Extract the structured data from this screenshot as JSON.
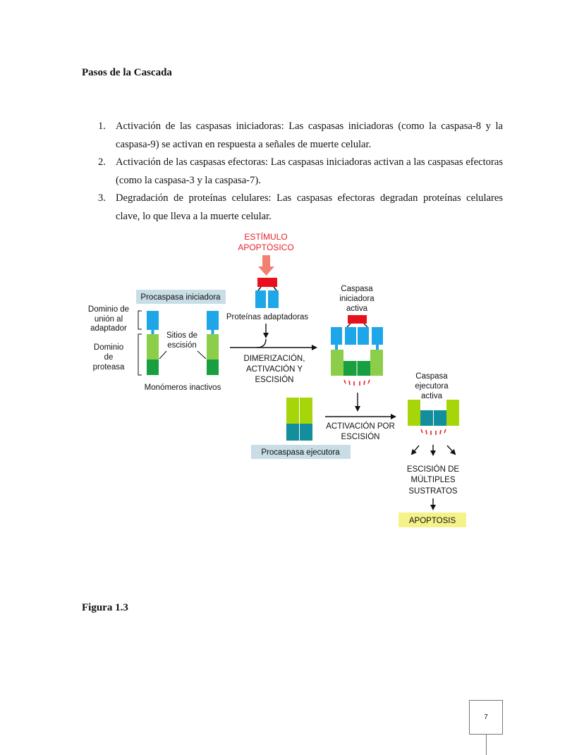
{
  "heading": "Pasos de la Cascada",
  "steps": [
    {
      "num": "1.",
      "text": "Activación de las caspasas iniciadoras: Las caspasas iniciadoras (como la caspasa-8 y la caspasa-9) se activan en respuesta a señales de muerte celular."
    },
    {
      "num": "2.",
      "text": "Activación de las caspasas efectoras: Las caspasas iniciadoras activan a las caspasas efectoras (como la caspasa-3 y la caspasa-7)."
    },
    {
      "num": "3.",
      "text": "Degradación de proteínas celulares: Las caspasas efectoras degradan proteínas celulares clave, lo que lleva a la muerte celular."
    }
  ],
  "figure": {
    "stimulus": [
      "ESTÍMULO",
      "APOPTÓSICO"
    ],
    "initiator_label": "Procaspasa iniciadora",
    "adapter_domain": [
      "Dominio de",
      "unión al",
      "adaptador"
    ],
    "protease_domain": [
      "Dominio",
      "de",
      "proteasa"
    ],
    "cleavage_sites": [
      "Sitios de",
      "escisión"
    ],
    "inactive_monomers": "Monómeros inactivos",
    "adapter_proteins": "Proteínas adaptadoras",
    "dimerization": [
      "DIMERIZACIÓN,",
      "ACTIVACIÓN Y",
      "ESCISIÓN"
    ],
    "active_initiator": [
      "Caspasa",
      "iniciadora",
      "activa"
    ],
    "active_executioner": [
      "Caspasa",
      "ejecutora",
      "activa"
    ],
    "activation_by_cleavage": [
      "ACTIVACIÓN POR",
      "ESCISIÓN"
    ],
    "executioner_label": "Procaspasa ejecutora",
    "substrates": [
      "ESCISIÓN DE",
      "MÚLTIPLES",
      "SUSTRATOS"
    ],
    "apoptosis": "APOPTOSIS",
    "colors": {
      "stimulus_text": "#e8202a",
      "stimulus_arrow": "#f08070",
      "adapter_red": "#e8101a",
      "cyan_domain": "#1ea6e8",
      "light_green": "#8ccd4a",
      "dark_green": "#18a040",
      "lime": "#a6d60a",
      "teal": "#138e9c",
      "label_bg": "#c8dde6",
      "apoptosis_bg": "#f6f28a"
    }
  },
  "caption": "Figura 1.3",
  "page_number": "7"
}
